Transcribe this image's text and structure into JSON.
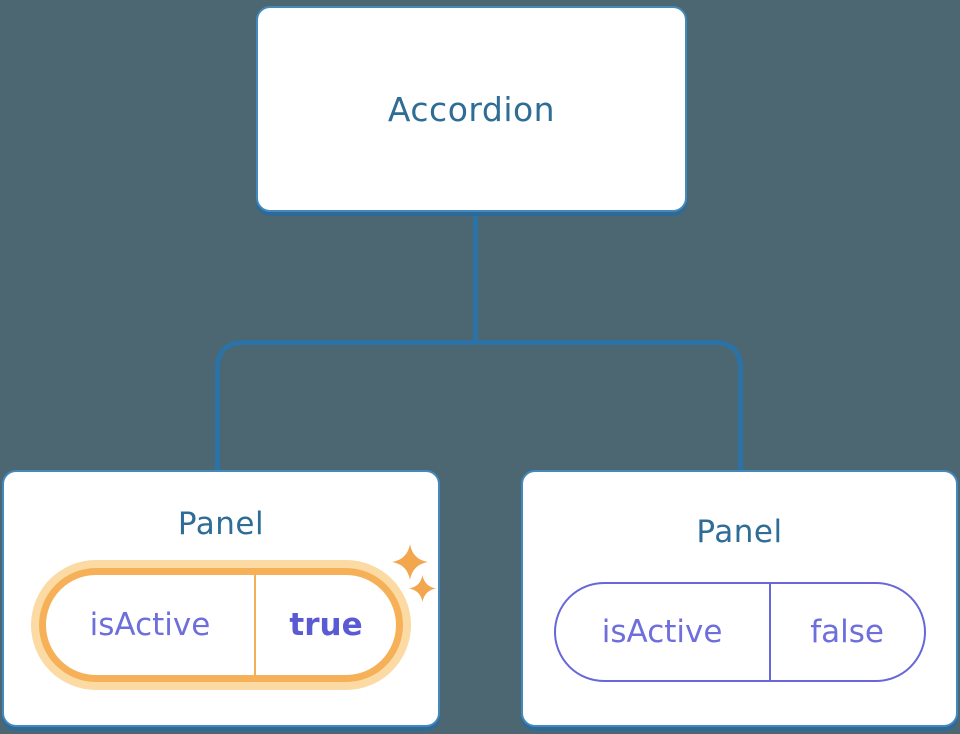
{
  "diagram": {
    "description": "React component tree: Accordion parent with two Panel children holding isActive state",
    "root": {
      "label": "Accordion"
    },
    "panels": [
      {
        "title": "Panel",
        "prop_name": "isActive",
        "prop_value": "true",
        "highlighted": true,
        "icon": "sparkles-icon"
      },
      {
        "title": "Panel",
        "prop_name": "isActive",
        "prop_value": "false",
        "highlighted": false
      }
    ],
    "colors": {
      "background": "#4C6672",
      "connector_line": "#2B73A6",
      "box_fill": "#FFFFFF",
      "box_border": "#4389BB",
      "box_bottom_shadow": "#2E6A97",
      "title_text": "#2E6D96",
      "state_text": "#6E6EDC",
      "state_value_active_text": "#5A5AD2",
      "highlight_border": "#F6B158",
      "highlight_glow": "#FBDAA4",
      "highlight_divider": "#F3AE5C",
      "inactive_pill_border": "#6767D9",
      "sparkle": "#F2A64E"
    }
  }
}
